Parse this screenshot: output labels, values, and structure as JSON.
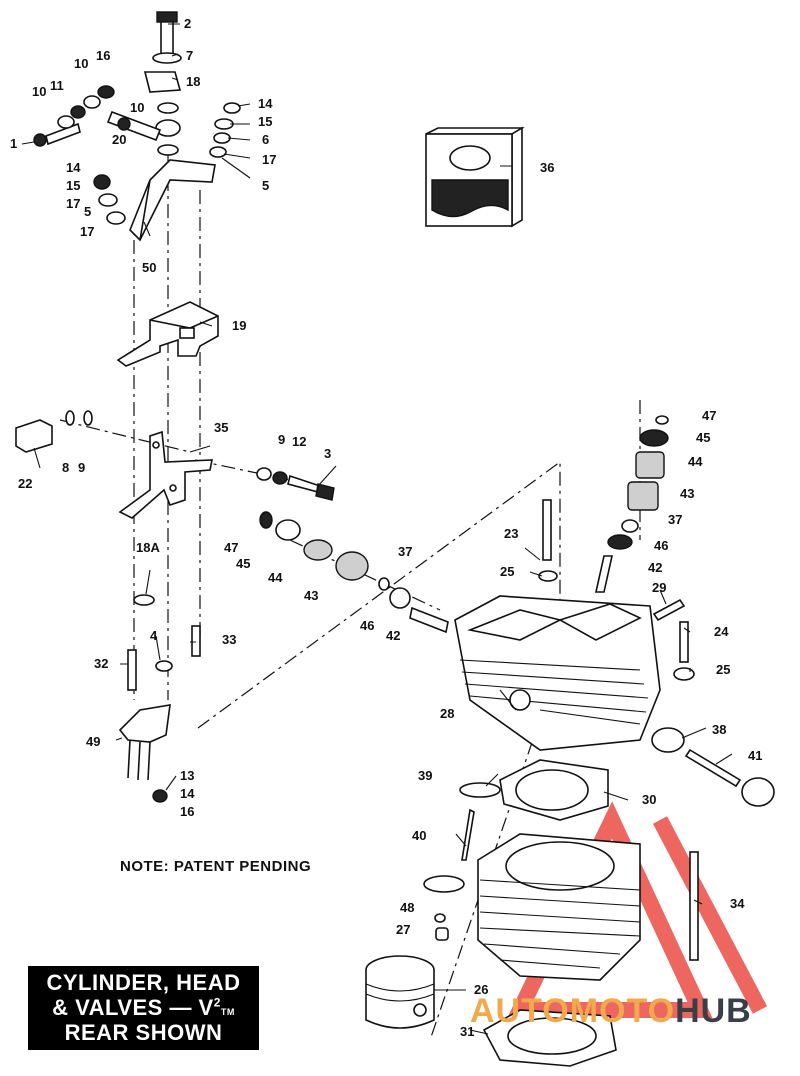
{
  "note": "NOTE: PATENT PENDING",
  "title": {
    "line1": "CYLINDER, HEAD",
    "line2_prefix": "& VALVES — V",
    "line2_sup": "2",
    "line2_sub": "TM",
    "line3": "REAR SHOWN"
  },
  "watermark": {
    "part1": "AUTOMOTO",
    "part2": "HUB"
  },
  "callouts": [
    "1",
    "2",
    "3",
    "4",
    "5",
    "5",
    "5",
    "6",
    "7",
    "8",
    "9",
    "9",
    "10",
    "10",
    "10",
    "11",
    "12",
    "13",
    "14",
    "14",
    "14",
    "15",
    "15",
    "15",
    "16",
    "16",
    "17",
    "17",
    "17",
    "18",
    "18A",
    "19",
    "20",
    "22",
    "23",
    "24",
    "25",
    "25",
    "26",
    "27",
    "28",
    "29",
    "30",
    "31",
    "32",
    "33",
    "34",
    "35",
    "36",
    "37",
    "37",
    "38",
    "39",
    "40",
    "41",
    "42",
    "42",
    "43",
    "43",
    "44",
    "44",
    "45",
    "45",
    "46",
    "46",
    "47",
    "47",
    "48",
    "49",
    "50"
  ],
  "colors": {
    "watermark_red": "#e8332b",
    "watermark_orange": "#f2a94b",
    "watermark_grey": "#3a3f47"
  }
}
